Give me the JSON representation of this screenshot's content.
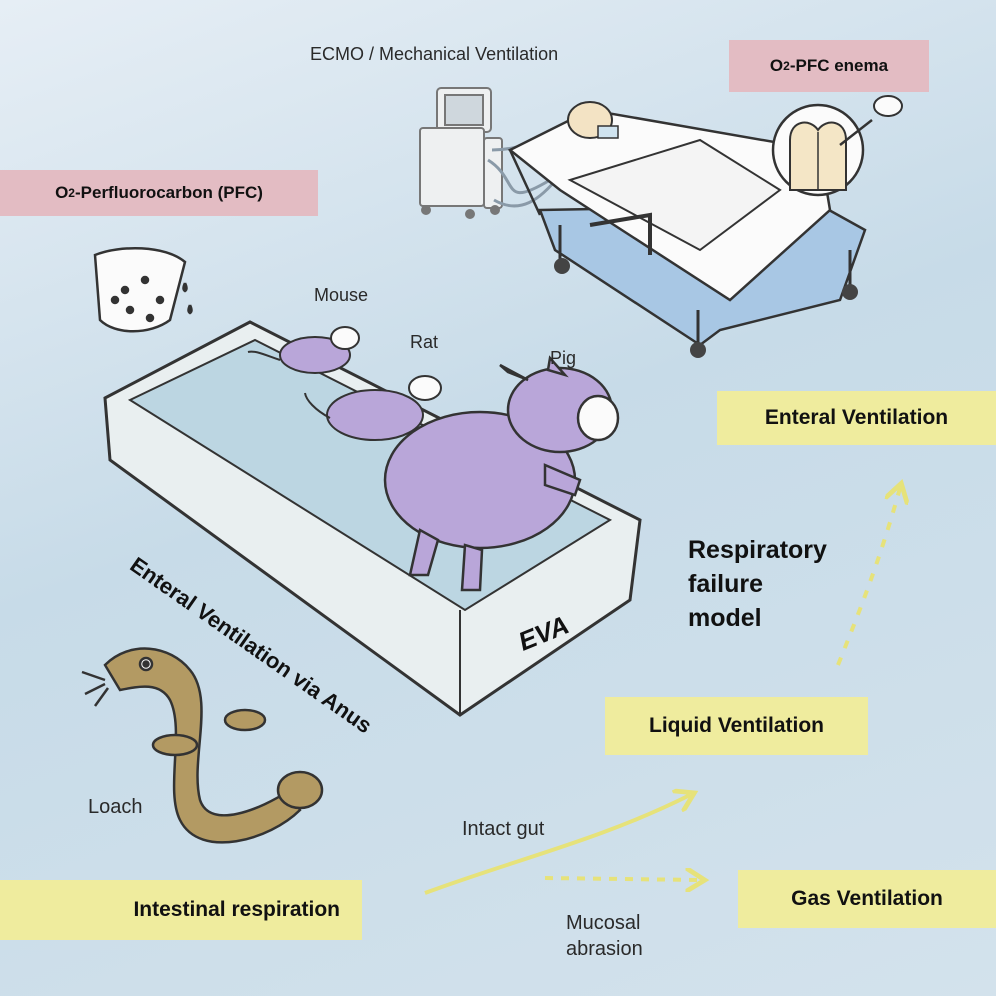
{
  "labels": {
    "ecmo": "ECMO / Mechanical Ventilation",
    "o2_pfc_enema_prefix": "O",
    "o2_pfc_enema_sub": "2",
    "o2_pfc_enema_suffix": "-PFC enema",
    "pfc_prefix": "O",
    "pfc_sub": "2",
    "pfc_suffix": "-Perfluorocarbon (PFC)",
    "mouse": "Mouse",
    "rat": "Rat",
    "pig": "Pig",
    "tank_front": "Enteral Ventilation via Anus",
    "tank_side": "EVA",
    "respiratory_line1": "Respiratory",
    "respiratory_line2": "failure",
    "respiratory_line3": "model",
    "enteral_ventilation": "Enteral Ventilation",
    "liquid_ventilation": "Liquid Ventilation",
    "gas_ventilation": "Gas Ventilation",
    "intestinal_respiration": "Intestinal respiration",
    "loach": "Loach",
    "intact_gut": "Intact gut",
    "mucosal_line1": "Mucosal",
    "mucosal_line2": "abrasion"
  },
  "colors": {
    "pink_box": "#e3bcc3",
    "yellow_box": "#efec9e",
    "arrow_yellow": "#e6e27a",
    "animal_purple": "#b9a6d9",
    "loach_brown": "#b39a63",
    "bed_blue": "#a8c7e4"
  }
}
